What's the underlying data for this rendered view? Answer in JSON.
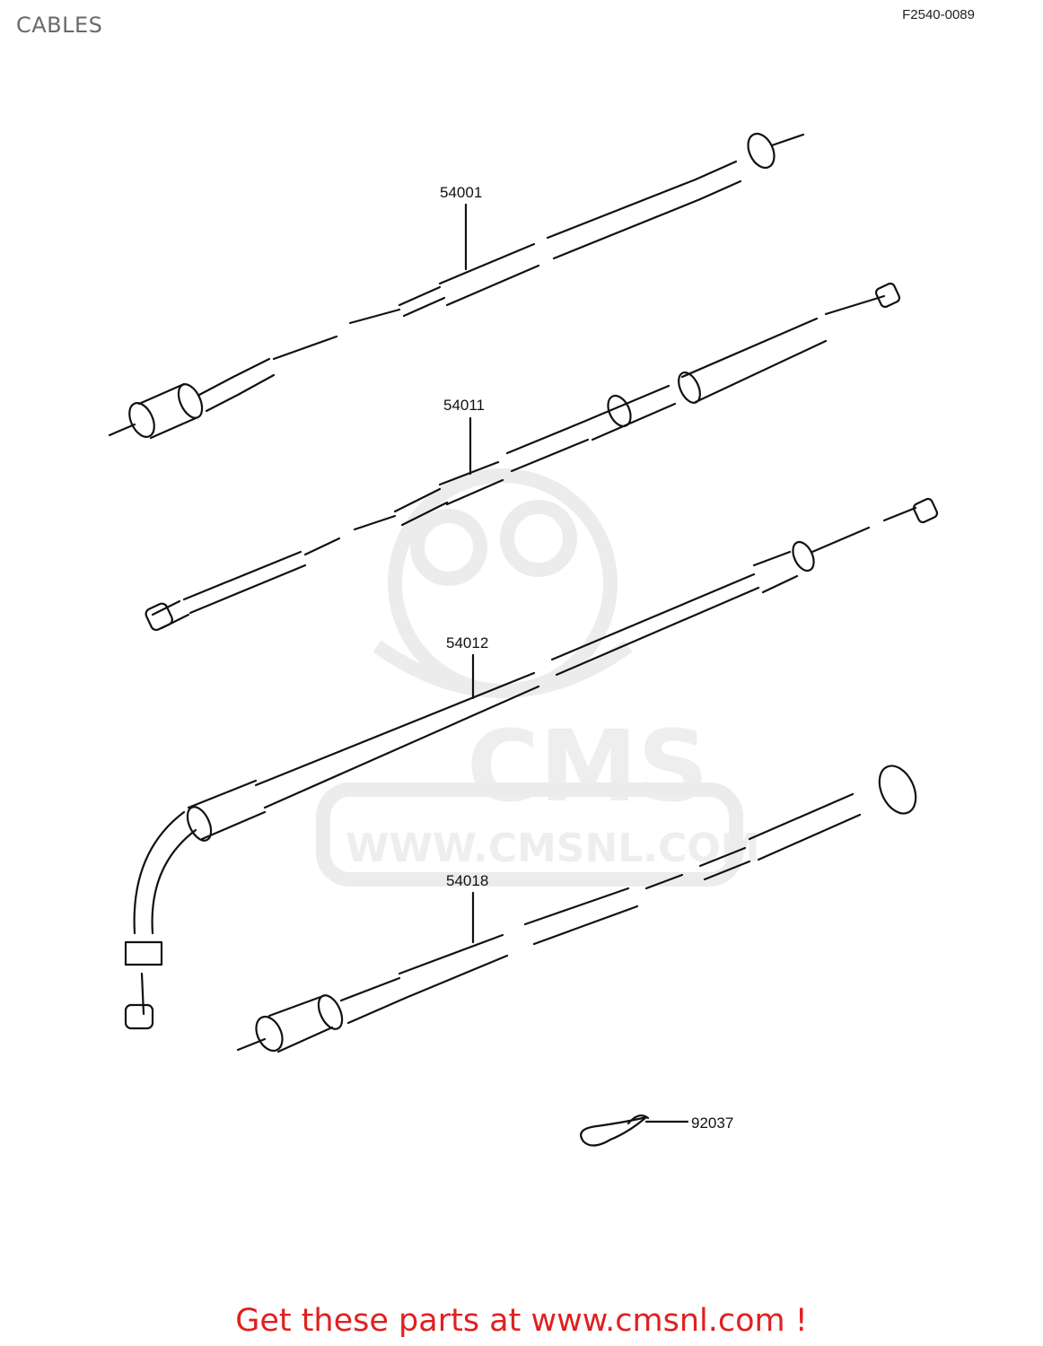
{
  "header": {
    "title": "CABLES",
    "ref_code": "F2540-0089"
  },
  "parts": [
    {
      "number": "54001"
    },
    {
      "number": "54011"
    },
    {
      "number": "54012"
    },
    {
      "number": "54018"
    },
    {
      "number": "92037"
    }
  ],
  "watermark": {
    "logo_text": "CMS",
    "site_text": "WWW.CMSNL.COM"
  },
  "footer": {
    "link_text": "Get these parts at www.cmsnl.com !"
  },
  "colors": {
    "footer_red": "#e02020",
    "watermark_gray": "#eeeeee",
    "line": "#111111"
  }
}
